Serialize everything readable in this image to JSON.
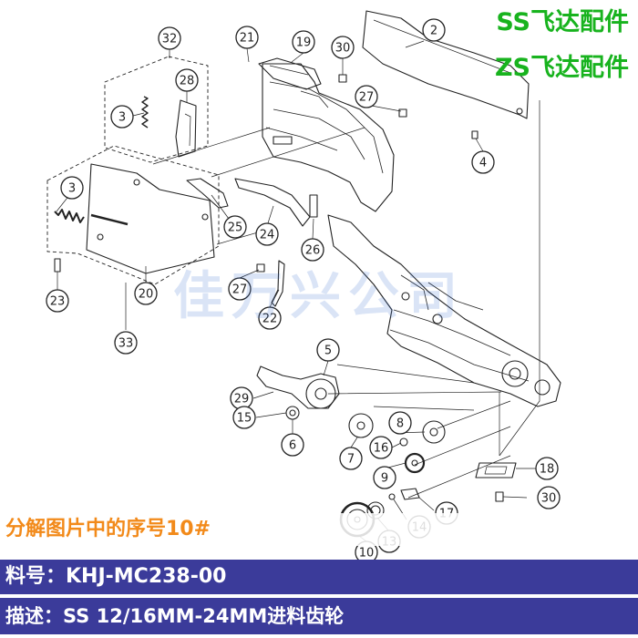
{
  "header": {
    "line1": "SS飞达配件",
    "line2": "ZS飞达配件"
  },
  "watermark": "佳万兴公司",
  "callouts": [
    {
      "id": "c32",
      "label": "32"
    },
    {
      "id": "c28",
      "label": "28"
    },
    {
      "id": "c3a",
      "label": "3"
    },
    {
      "id": "c3b",
      "label": "3"
    },
    {
      "id": "c21",
      "label": "21"
    },
    {
      "id": "c19",
      "label": "19"
    },
    {
      "id": "c30a",
      "label": "30"
    },
    {
      "id": "c2",
      "label": "2"
    },
    {
      "id": "c27a",
      "label": "27"
    },
    {
      "id": "c4",
      "label": "4"
    },
    {
      "id": "c25",
      "label": "25"
    },
    {
      "id": "c24",
      "label": "24"
    },
    {
      "id": "c26",
      "label": "26"
    },
    {
      "id": "c23",
      "label": "23"
    },
    {
      "id": "c20",
      "label": "20"
    },
    {
      "id": "c27b",
      "label": "27"
    },
    {
      "id": "c22",
      "label": "22"
    },
    {
      "id": "c33",
      "label": "33"
    },
    {
      "id": "c5",
      "label": "5"
    },
    {
      "id": "c29",
      "label": "29"
    },
    {
      "id": "c15",
      "label": "15"
    },
    {
      "id": "c6",
      "label": "6"
    },
    {
      "id": "c8",
      "label": "8"
    },
    {
      "id": "c16",
      "label": "16"
    },
    {
      "id": "c7",
      "label": "7"
    },
    {
      "id": "c9",
      "label": "9"
    },
    {
      "id": "c18",
      "label": "18"
    },
    {
      "id": "c17",
      "label": "17"
    },
    {
      "id": "c30b",
      "label": "30"
    },
    {
      "id": "c14",
      "label": "14"
    },
    {
      "id": "c13",
      "label": "13"
    },
    {
      "id": "c10",
      "label": "10"
    }
  ],
  "footer": {
    "note": "分解图片中的序号10#",
    "part_number": "料号：KHJ-MC238-00",
    "description": "描述：SS 12/16MM-24MM进料齿轮"
  },
  "colors": {
    "header_green": "#18b31e",
    "note_orange": "#f28a1a",
    "band_navy": "#3b3b9a",
    "line": "#222222"
  }
}
